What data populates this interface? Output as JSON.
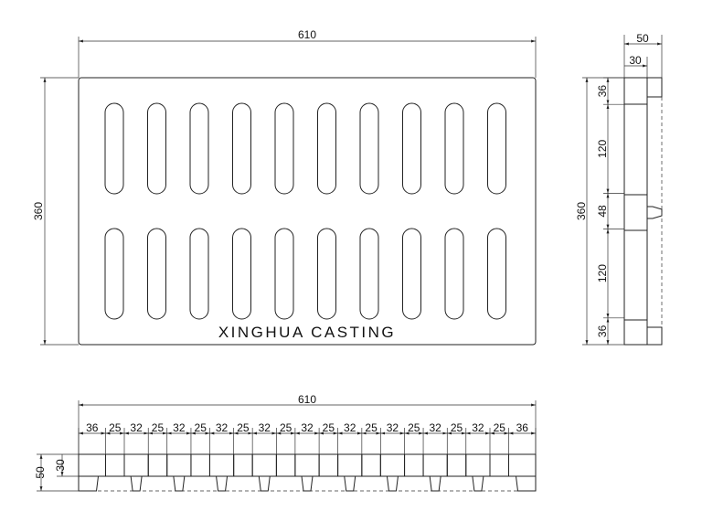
{
  "plan_view": {
    "width_label": "610",
    "height_label": "360",
    "slot_columns": 10,
    "slot_rows": 2,
    "brand_text": "XINGHUA CASTING"
  },
  "side_view": {
    "depth_label": "50",
    "top_thickness_label": "30",
    "height_label": "360",
    "segments": [
      "36",
      "120",
      "48",
      "120",
      "36"
    ]
  },
  "section_view": {
    "width_label": "610",
    "depth_label": "50",
    "top_thickness_label": "30",
    "segments": [
      "36",
      "25",
      "32",
      "25",
      "32",
      "25",
      "32",
      "25",
      "32",
      "25",
      "32",
      "25",
      "32",
      "25",
      "32",
      "25",
      "32",
      "25",
      "32",
      "25",
      "36"
    ]
  },
  "colors": {
    "line": "#222222",
    "hatch": "#444444"
  }
}
